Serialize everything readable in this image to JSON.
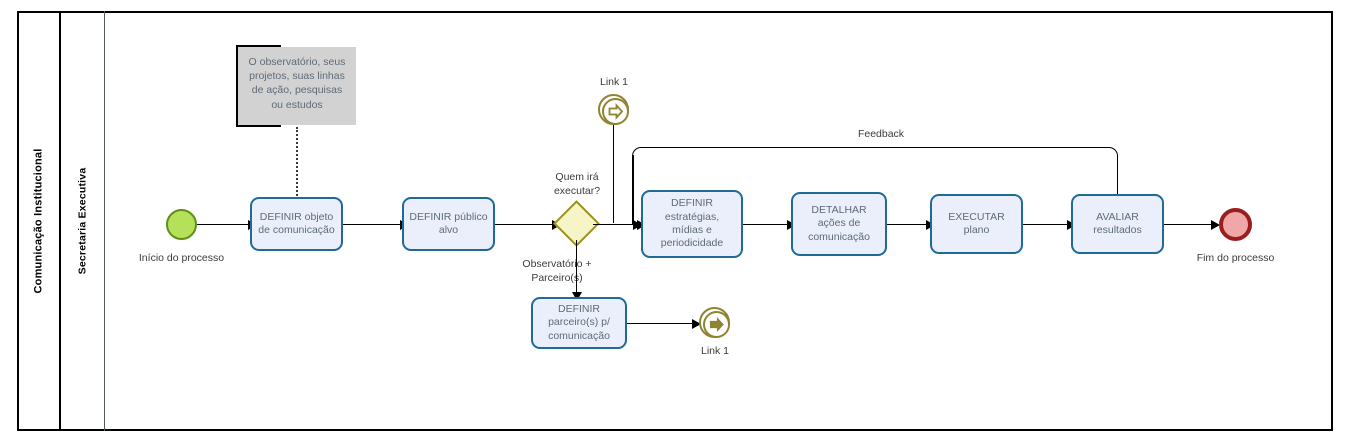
{
  "diagram": {
    "type": "BPMN process diagram",
    "pool": {
      "label": "Comunicação Institucional"
    },
    "lane": {
      "label": "Secretaria Executiva"
    },
    "annotation": {
      "text": "O observatório, seus projetos, suas linhas de ação, pesquisas ou estudos"
    },
    "events": {
      "start": {
        "label": "Início do processo",
        "icon": "start-event-circle",
        "fill": "#b4e05a",
        "stroke": "#5f8f18"
      },
      "end": {
        "label": "Fim do processo",
        "icon": "end-event-circle",
        "fill": "#efa7a7",
        "stroke": "#9c1d1d"
      },
      "link_catch": {
        "label": "Link 1",
        "icon": "link-catch-arrow-icon",
        "stroke": "#8f8430"
      },
      "link_throw": {
        "label": "Link 1",
        "icon": "link-throw-arrow-icon",
        "stroke": "#8f8430"
      }
    },
    "gateway": {
      "label": "Quem irá\nexecutar?",
      "branch_label": "Observatório +\nParceiro(s)",
      "fill": "#f7f4c8",
      "stroke": "#9a9120"
    },
    "tasks": [
      {
        "id": "t1",
        "label": "DEFINIR objeto\nde comunicação"
      },
      {
        "id": "t2",
        "label": "DEFINIR público\nalvo"
      },
      {
        "id": "t3",
        "label": "DEFINIR\nestratégias,\nmídias e\nperiodicidade"
      },
      {
        "id": "t4",
        "label": "DETALHAR\nações de\ncomunicação"
      },
      {
        "id": "t5",
        "label": "EXECUTAR plano"
      },
      {
        "id": "t6",
        "label": "AVALIAR\nresultados"
      },
      {
        "id": "t7",
        "label": "DEFINIR\nparceiro(s) p/\ncomunicação"
      }
    ],
    "flows": {
      "feedback_label": "Feedback"
    },
    "colors": {
      "task_fill": "#eaeffb",
      "task_stroke": "#1f6a96",
      "task_text": "#5e6b78",
      "note_fill": "#d2d2d2",
      "line": "#000000"
    }
  }
}
